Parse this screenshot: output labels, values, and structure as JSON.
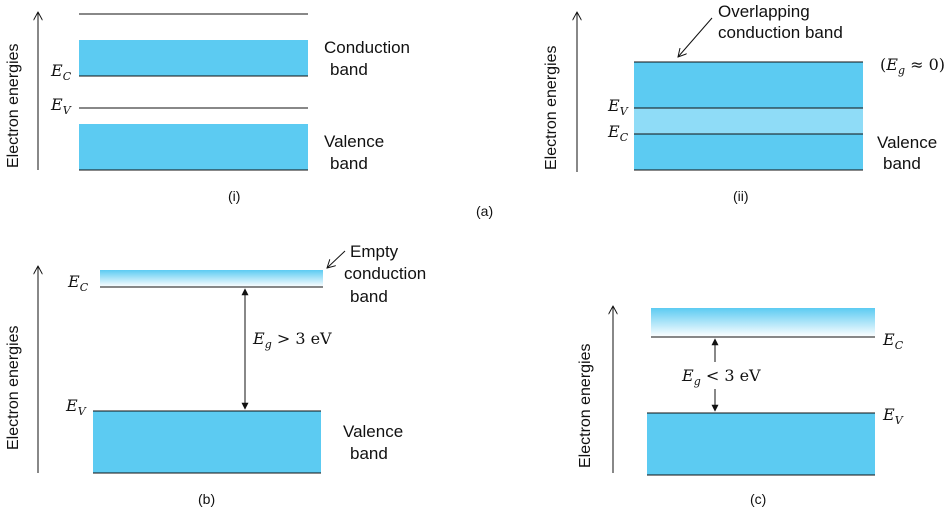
{
  "colors": {
    "band": "#5ccbf2",
    "band_light": "#8fdcf7",
    "line": "#111111"
  },
  "axis_label": "Electron energies",
  "panel_i": {
    "conduction_label": [
      "Conduction",
      "band"
    ],
    "valence_label": [
      "Valence",
      "band"
    ],
    "ec": {
      "main": "E",
      "sub": "C"
    },
    "ev": {
      "main": "E",
      "sub": "V"
    },
    "caption": "(i)"
  },
  "panel_ii": {
    "overlap_label": [
      "Overlapping",
      "conduction band"
    ],
    "gap_label": {
      "open": "(",
      "main": "E",
      "sub": "g",
      "rest": " ≈ 0)"
    },
    "ev": {
      "main": "E",
      "sub": "V"
    },
    "ec": {
      "main": "E",
      "sub": "C"
    },
    "valence_label": [
      "Valence",
      "band"
    ],
    "caption": "(ii)"
  },
  "caption_a": "(a)",
  "panel_b": {
    "ec": {
      "main": "E",
      "sub": "C"
    },
    "ev": {
      "main": "E",
      "sub": "V"
    },
    "empty_label": [
      "Empty",
      "conduction",
      "band"
    ],
    "gap_label": {
      "main": "E",
      "sub": "g",
      "rest": " > 3 eV"
    },
    "valence_label": [
      "Valence",
      "band"
    ],
    "caption": "(b)"
  },
  "panel_c": {
    "ec": {
      "main": "E",
      "sub": "C"
    },
    "ev": {
      "main": "E",
      "sub": "V"
    },
    "gap_label": {
      "main": "E",
      "sub": "g",
      "rest": " < 3 eV"
    },
    "caption": "(c)"
  }
}
